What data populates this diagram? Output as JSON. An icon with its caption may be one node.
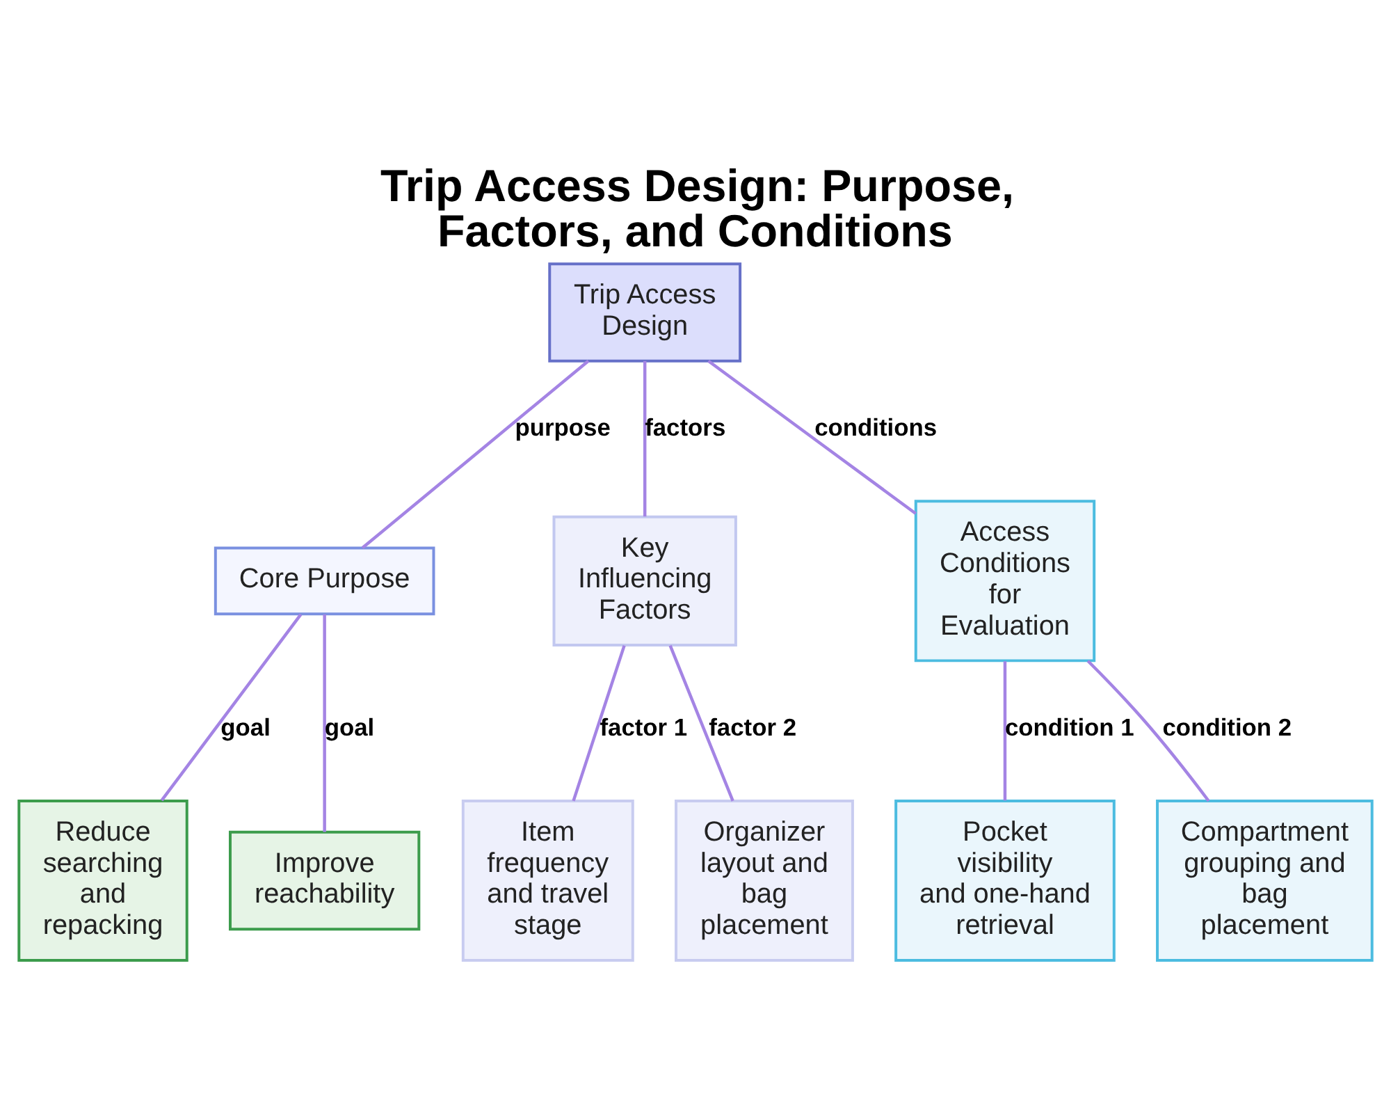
{
  "diagram": {
    "title": "Trip Access Design: Purpose, Factors, and Conditions",
    "nodes": [
      {
        "text": [
          "Trip Access Design"
        ]
      },
      {
        "text": [
          "Core Purpose"
        ]
      },
      {
        "text": [
          "Key Influencing Factors"
        ]
      },
      {
        "text": [
          "Access Conditions for Evaluation"
        ]
      },
      {
        "text": [
          "Reduce searching and repacking"
        ]
      },
      {
        "text": [
          "Improve reachability"
        ]
      },
      {
        "text": [
          "Item frequency and travel stage"
        ]
      },
      {
        "text": [
          "Organizer layout and bag placement"
        ]
      },
      {
        "text": [
          "Pocket visibility and one-hand retrieval"
        ]
      },
      {
        "text": [
          "Compartment grouping and bag placement"
        ]
      }
    ],
    "edges": [
      {
        "from": 0,
        "to": 1,
        "arrow": "none",
        "label": "purpose"
      },
      {
        "from": 0,
        "to": 2,
        "arrow": "none",
        "label": "factors"
      },
      {
        "from": 0,
        "to": 3,
        "arrow": "none",
        "label": "conditions"
      },
      {
        "from": 1,
        "to": 4,
        "arrow": "none",
        "label": "goal"
      },
      {
        "from": 1,
        "to": 5,
        "arrow": "none",
        "label": "goal"
      },
      {
        "from": 2,
        "to": 6,
        "arrow": "none",
        "label": "factor 1"
      },
      {
        "from": 2,
        "to": 7,
        "arrow": "none",
        "label": "factor 2"
      },
      {
        "from": 3,
        "to": 8,
        "arrow": "none",
        "label": "condition 1"
      },
      {
        "from": 3,
        "to": 9,
        "arrow": "none",
        "label": "condition 2"
      }
    ]
  }
}
